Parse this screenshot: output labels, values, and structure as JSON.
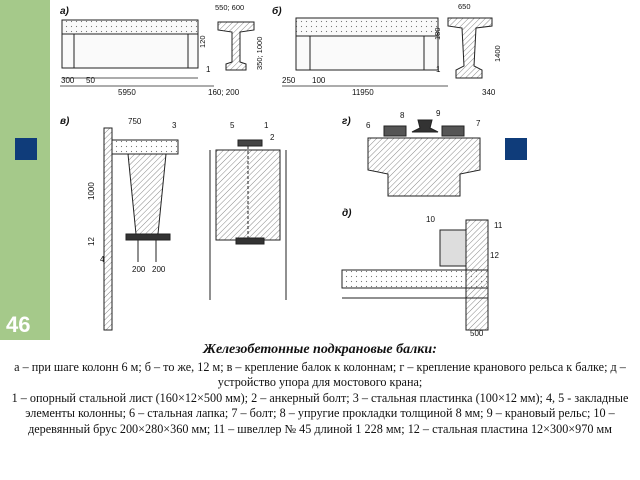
{
  "slide": {
    "number": "46"
  },
  "colors": {
    "green_bar": "#a5c98a",
    "blue_squares": "#0f3c7a",
    "hatch": "#555555"
  },
  "figure": {
    "a": {
      "label": "а)",
      "dims": [
        "550; 600",
        "120",
        "350; 1000",
        "300",
        "50",
        "5950",
        "160; 200",
        "1"
      ]
    },
    "b": {
      "label": "б)",
      "dims": [
        "650",
        "180",
        "1400",
        "250",
        "100",
        "11950",
        "340",
        "1"
      ]
    },
    "v": {
      "label": "в)",
      "dims": [
        "750",
        "1000",
        "12",
        "200",
        "200",
        "2",
        "3",
        "4",
        "5",
        "1"
      ]
    },
    "g": {
      "label": "г)",
      "dims": [
        "6",
        "8",
        "9",
        "7"
      ]
    },
    "d": {
      "label": "д)",
      "dims": [
        "10",
        "11",
        "12",
        "500"
      ]
    }
  },
  "caption": {
    "title": "Железобетонные подкрановые балки:",
    "line1": "а – при шаге колонн 6 м; б – то же, 12 м; в – крепление балок к колоннам; г – крепление кранового рельса к балке; д – устройство упора для мостового крана;",
    "line2": "1 – опорный стальной лист (160×12×500 мм); 2 – анкерный болт; 3 – стальная пластинка (100×12 мм); 4, 5 - закладные элементы колонны; 6 – стальная лапка; 7 – болт; 8 – упругие прокладки толщиной 8 мм; 9 – крановый рельс; 10 – деревянный брус 200×280×360 мм; 11 – швеллер № 45 длиной 1 228 мм; 12 – стальная пластина 12×300×970 мм"
  }
}
